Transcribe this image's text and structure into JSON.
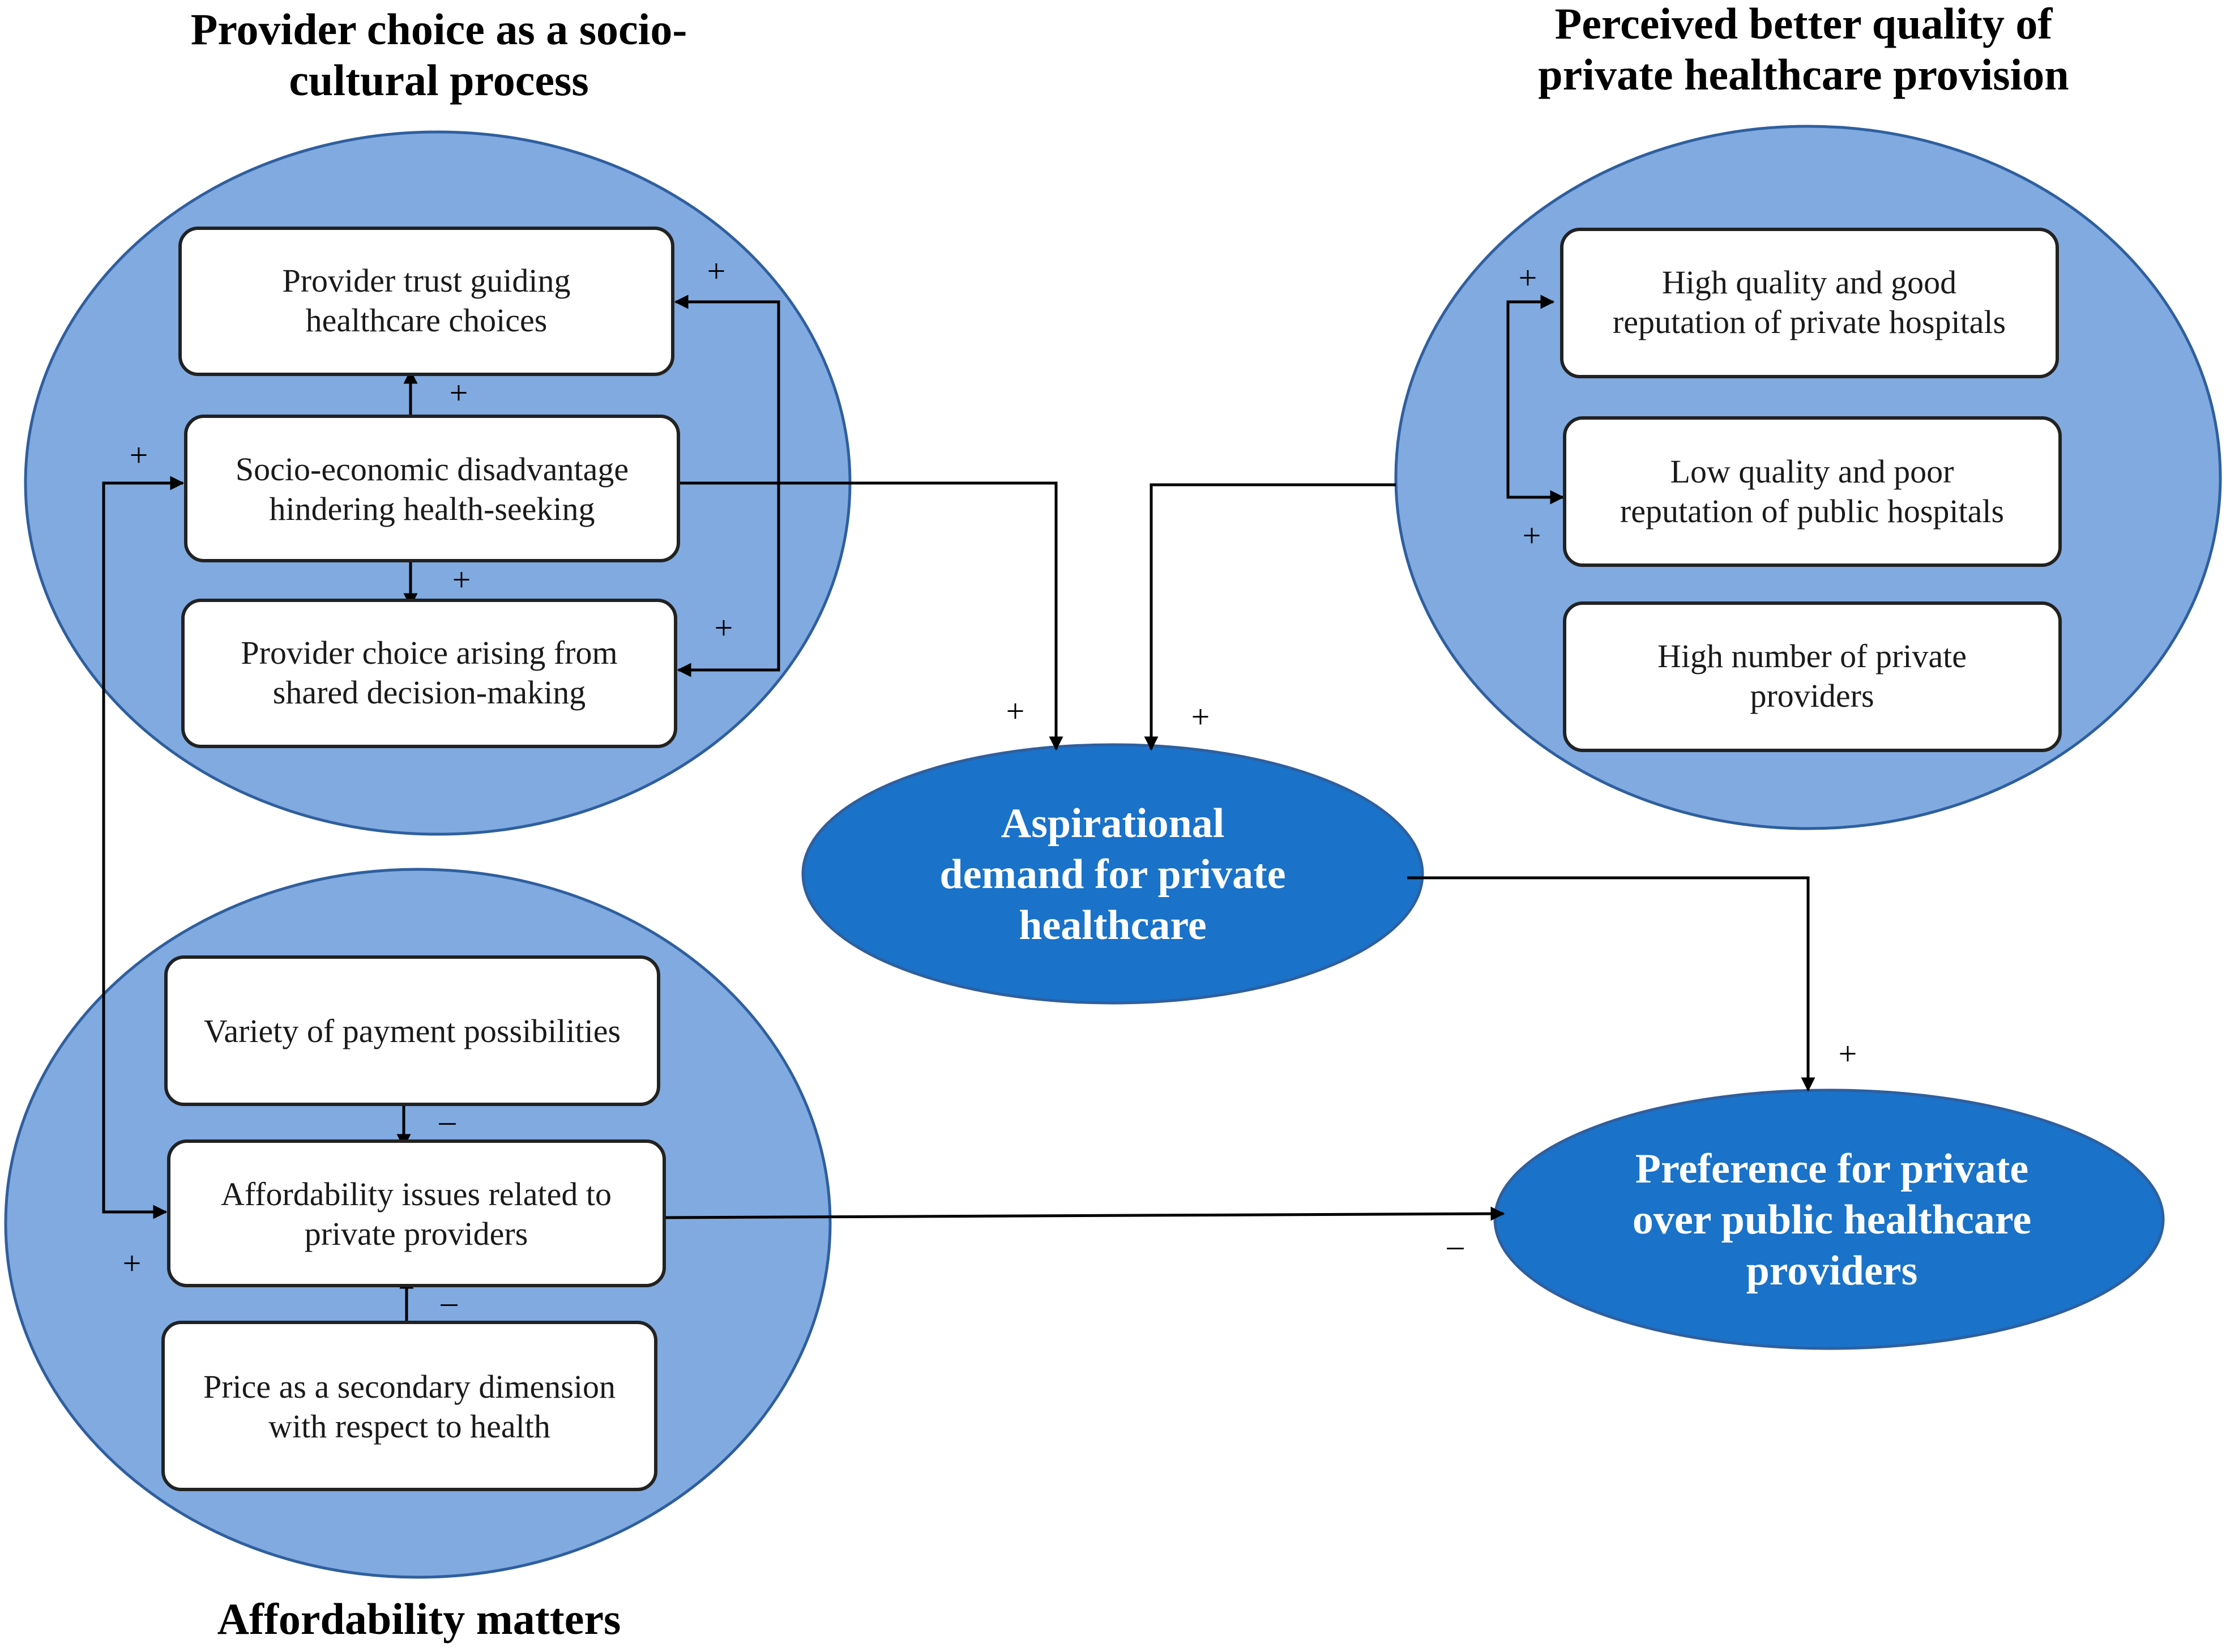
{
  "colors": {
    "cluster_fill": "#80aae0",
    "outcome_fill": "#1a72c9",
    "box_fill": "#ffffff",
    "line": "#000000"
  },
  "groups": {
    "sociocultural": {
      "title_line1": "Provider choice as a socio-",
      "title_line2": "cultural process",
      "trust": {
        "line1": "Provider trust guiding",
        "line2": "healthcare choices"
      },
      "socio": {
        "line1": "Socio-economic disadvantage",
        "line2": "hindering health-seeking"
      },
      "shared": {
        "line1": "Provider choice arising from",
        "line2": "shared decision-making"
      }
    },
    "quality": {
      "title_line1": "Perceived better quality of",
      "title_line2": "private healthcare provision",
      "high_quality": {
        "line1": "High quality and good",
        "line2": "reputation of private hospitals"
      },
      "low_quality": {
        "line1": "Low quality and poor",
        "line2": "reputation of public hospitals"
      },
      "number": {
        "line1": "High number of private",
        "line2": "providers"
      }
    },
    "affordability": {
      "title": "Affordability matters",
      "variety": {
        "line1": "Variety of payment possibilities"
      },
      "issues": {
        "line1": "Affordability issues related to",
        "line2": "private providers"
      },
      "price": {
        "line1": "Price as a secondary dimension",
        "line2": "with respect to health"
      }
    }
  },
  "outcomes": {
    "aspirational": {
      "line1": "Aspirational",
      "line2": "demand for private",
      "line3": "healthcare"
    },
    "preference": {
      "line1": "Preference for private",
      "line2": "over public healthcare",
      "line3": "providers"
    }
  },
  "signs": {
    "trust_loop": "+",
    "socio_to_trust": "+",
    "socio_to_shared": "+",
    "shared_loop": "+",
    "left_loop_top": "+",
    "left_loop_bottom": "+",
    "socio_to_aspirational": "+",
    "quality_to_aspirational": "+",
    "quality_loop_top": "+",
    "quality_loop_bottom": "+",
    "aspirational_to_preference": "+",
    "variety_to_issues": "–",
    "price_to_issues": "–",
    "issues_to_preference": "–"
  }
}
